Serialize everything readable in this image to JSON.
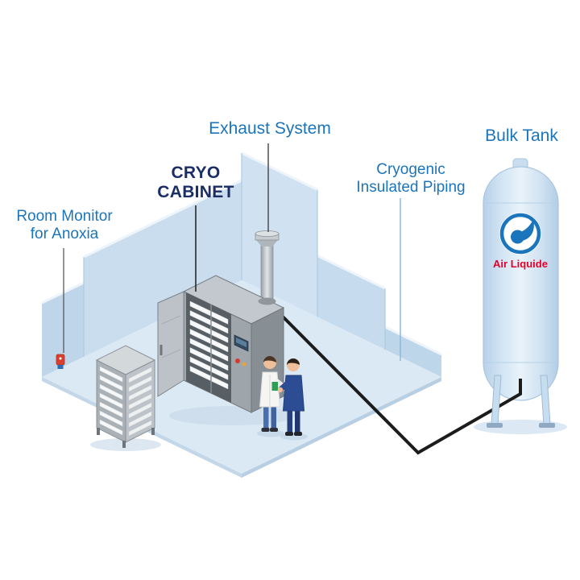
{
  "labels": {
    "exhaust_system": "Exhaust System",
    "bulk_tank": "Bulk Tank",
    "cryo_cabinet": {
      "line1": "CRYO",
      "line2": "CABINET"
    },
    "cryogenic_piping": {
      "line1": "Cryogenic",
      "line2": "Insulated Piping"
    },
    "room_monitor": {
      "line1": "Room Monitor",
      "line2": "for Anoxia"
    },
    "air_liquide": "Air Liquide"
  },
  "colors": {
    "label_blue": "#1b75bc",
    "label_navy": "#1a2d66",
    "air_liquide_red": "#e4002b",
    "wall_blue": "#c9ddee",
    "floor_blue": "#dbe9f5",
    "tank_blue": "#cfe2f2",
    "pipe_black": "#1c1c1c",
    "cabinet_gray": "#9ea5ab"
  }
}
